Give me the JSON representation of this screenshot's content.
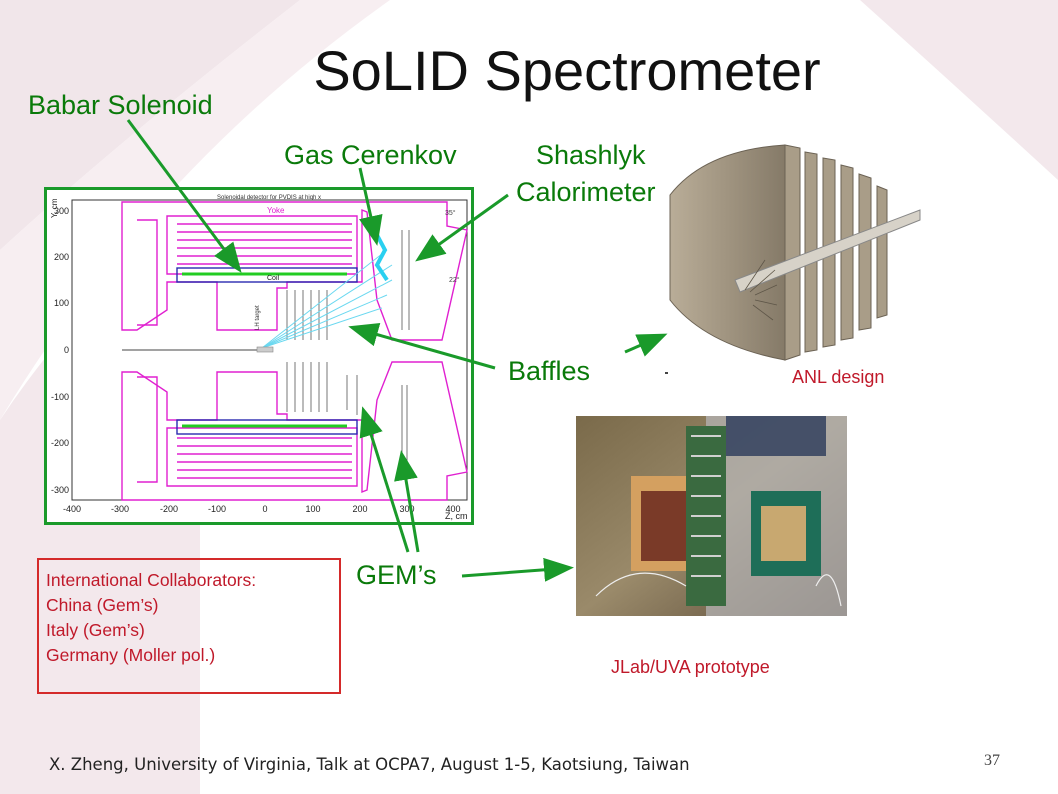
{
  "slide": {
    "title": "SoLID Spectrometer",
    "footer": "X. Zheng, University of Virginia,  Talk at OCPA7, August 1-5, Kaotsiung, Taiwan",
    "page_number": "37"
  },
  "labels": {
    "babar_solenoid": "Babar Solenoid",
    "gas_cerenkov": "Gas Cerenkov",
    "shashlyk_line1": "Shashlyk",
    "shashlyk_line2": "Calorimeter",
    "baffles": "Baffles",
    "gems": "GEM’s"
  },
  "captions": {
    "anl_design": "ANL design",
    "jlab_prototype": "JLab/UVA prototype"
  },
  "collaborators": {
    "lines": [
      "International Collaborators:",
      "China (Gem’s)",
      "Italy (Gem’s)",
      "Germany (Moller pol.)"
    ]
  },
  "detector_plot": {
    "header": "Solenoidal detector for PVDIS at high x",
    "y_axis_label": "Y, cm",
    "x_axis_label": "Z, cm",
    "y_ticks": [
      "300",
      "200",
      "100",
      "0",
      "-100",
      "-200",
      "-300"
    ],
    "x_ticks": [
      "-400",
      "-300",
      "-200",
      "-100",
      "0",
      "100",
      "200",
      "300",
      "400"
    ],
    "yoke_label": "Yoke",
    "coil_label": "Coil",
    "target_label": "LH target",
    "angle_upper": "35°",
    "angle_lower": "22°"
  },
  "colors": {
    "label_green": "#0a7a0a",
    "arrow_green": "#1a9a2a",
    "caption_red": "#c0192a",
    "yoke_magenta": "#e020d0",
    "coil_green": "#22cc22"
  }
}
